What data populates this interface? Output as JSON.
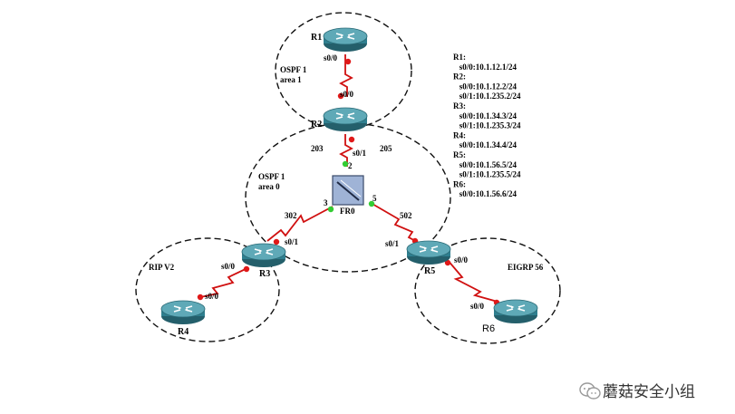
{
  "routers": {
    "r1": "R1",
    "r2": "R2",
    "r3": "R3",
    "r4": "R4",
    "r5": "R5",
    "r6": "R6"
  },
  "frame_relay": {
    "label": "FR0",
    "port_2": "2",
    "port_3": "3",
    "port_5": "5"
  },
  "areas": {
    "ospf_area1_line1": "OSPF 1",
    "ospf_area1_line2": "area 1",
    "ospf_area0_line1": "OSPF 1",
    "ospf_area0_line2": "area 0",
    "rip": "RIP V2",
    "eigrp": "EIGRP 56"
  },
  "dlci": {
    "d203": "203",
    "d205": "205",
    "d302": "302",
    "d502": "502"
  },
  "interfaces": {
    "r1_s00": "s0/0",
    "r2_s00": "s0/0",
    "r2_s01": "s0/1",
    "r3_s01": "s0/1",
    "r3_s00": "s0/0",
    "r4_s00": "s0/0",
    "r5_s01": "s0/1",
    "r5_s00": "s0/0",
    "r6_s00": "s0/0"
  },
  "addressing": [
    "R1:",
    "  s0/0:10.1.12.1/24",
    "R2:",
    "  s0/0:10.1.12.2/24",
    "  s0/1:10.1.235.2/24",
    "R3:",
    "  s0/0:10.1.34.3/24",
    "  s0/1:10.1.235.3/24",
    "R4:",
    "  s0/0:10.1.34.4/24",
    "R5:",
    "  s0/0:10.1.56.5/24",
    "  s0/1:10.1.235.5/24",
    "R6:",
    "  s0/0:10.1.56.6/24"
  ],
  "watermark": {
    "text": "蘑菇安全小组",
    "icon": "wechat-icon"
  },
  "colors": {
    "router_body": "#2f7f8f",
    "router_top": "#5fa9b7",
    "link": "#d01010",
    "port_red": "#e01818",
    "port_green": "#33cc33",
    "switch": "#9fb3d6"
  }
}
